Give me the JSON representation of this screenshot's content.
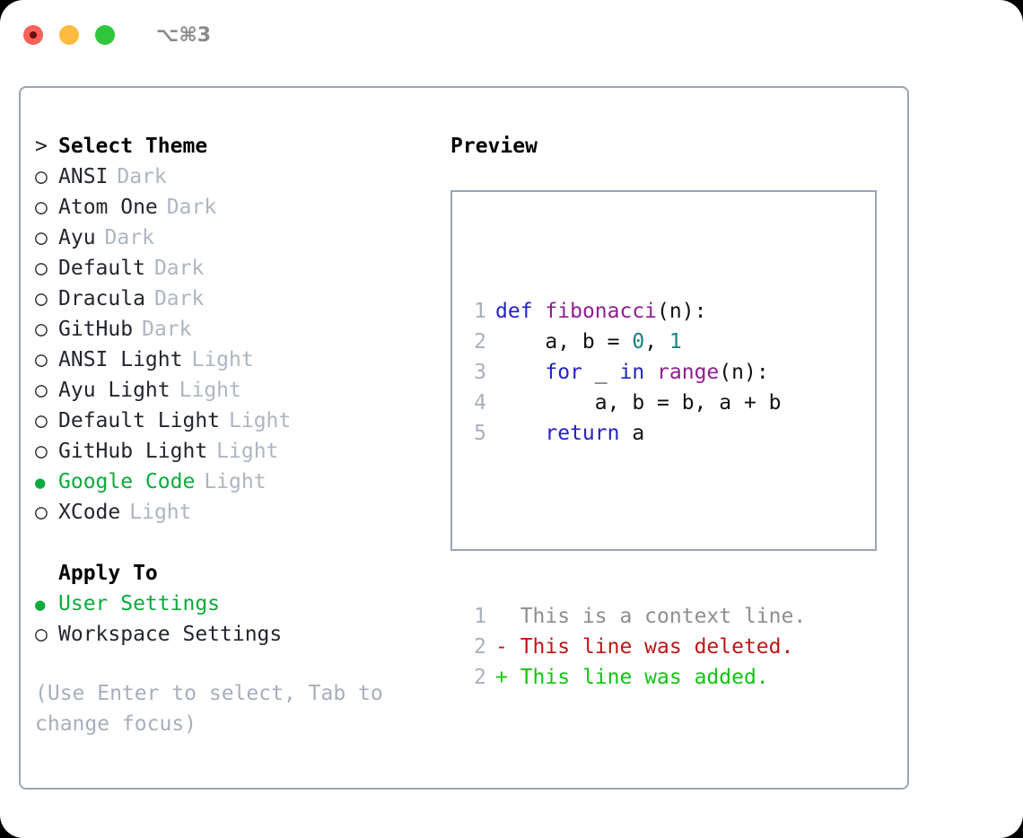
{
  "window": {
    "traffic_lights": [
      "close",
      "minimize",
      "maximize"
    ],
    "shortcut_hint": "⌥⌘3"
  },
  "theme_panel": {
    "heading_marker": ">",
    "heading": "Select Theme",
    "items": [
      {
        "marker": "○",
        "name": "ANSI",
        "tag": "Dark",
        "selected": false
      },
      {
        "marker": "○",
        "name": "Atom One",
        "tag": "Dark",
        "selected": false
      },
      {
        "marker": "○",
        "name": "Ayu",
        "tag": "Dark",
        "selected": false
      },
      {
        "marker": "○",
        "name": "Default",
        "tag": "Dark",
        "selected": false
      },
      {
        "marker": "○",
        "name": "Dracula",
        "tag": "Dark",
        "selected": false
      },
      {
        "marker": "○",
        "name": "GitHub",
        "tag": "Dark",
        "selected": false
      },
      {
        "marker": "○",
        "name": "ANSI Light",
        "tag": "Light",
        "selected": false
      },
      {
        "marker": "○",
        "name": "Ayu Light",
        "tag": "Light",
        "selected": false
      },
      {
        "marker": "○",
        "name": "Default Light",
        "tag": "Light",
        "selected": false
      },
      {
        "marker": "○",
        "name": "GitHub Light",
        "tag": "Light",
        "selected": false
      },
      {
        "marker": "●",
        "name": "Google Code",
        "tag": "Light",
        "selected": true
      },
      {
        "marker": "○",
        "name": "XCode",
        "tag": "Light",
        "selected": false
      }
    ]
  },
  "apply_to": {
    "heading": "Apply To",
    "options": [
      {
        "marker": "●",
        "label": "User Settings",
        "selected": true
      },
      {
        "marker": "○",
        "label": "Workspace Settings",
        "selected": false
      }
    ]
  },
  "hint": "(Use Enter to select, Tab to\nchange focus)",
  "preview": {
    "heading": "Preview",
    "code_lines": [
      {
        "no": "1",
        "tokens": [
          {
            "t": "def",
            "c": "tok-kw"
          },
          {
            "t": " ",
            "c": "tok-plain"
          },
          {
            "t": "fibonacci",
            "c": "tok-fn"
          },
          {
            "t": "(n):",
            "c": "tok-punct"
          }
        ]
      },
      {
        "no": "2",
        "tokens": [
          {
            "t": "    a, b = ",
            "c": "tok-plain"
          },
          {
            "t": "0",
            "c": "tok-num"
          },
          {
            "t": ", ",
            "c": "tok-plain"
          },
          {
            "t": "1",
            "c": "tok-num"
          }
        ]
      },
      {
        "no": "3",
        "tokens": [
          {
            "t": "    ",
            "c": "tok-plain"
          },
          {
            "t": "for",
            "c": "tok-kw"
          },
          {
            "t": " _ ",
            "c": "tok-plain"
          },
          {
            "t": "in",
            "c": "tok-kw"
          },
          {
            "t": " ",
            "c": "tok-plain"
          },
          {
            "t": "range",
            "c": "tok-fn"
          },
          {
            "t": "(n):",
            "c": "tok-punct"
          }
        ]
      },
      {
        "no": "4",
        "tokens": [
          {
            "t": "        a, b = b, a + b",
            "c": "tok-plain"
          }
        ]
      },
      {
        "no": "5",
        "tokens": [
          {
            "t": "    ",
            "c": "tok-plain"
          },
          {
            "t": "return",
            "c": "tok-kw"
          },
          {
            "t": " a",
            "c": "tok-plain"
          }
        ]
      }
    ],
    "diff_lines": [
      {
        "no": "1",
        "prefix": "  ",
        "text": "This is a context line.",
        "kind": "diff-ctx"
      },
      {
        "no": "2",
        "prefix": "- ",
        "text": "This line was deleted.",
        "kind": "diff-del"
      },
      {
        "no": "2",
        "prefix": "+ ",
        "text": "This line was added.",
        "kind": "diff-add"
      }
    ]
  },
  "colors": {
    "accent_green": "#0aab3c",
    "border": "#9aa4b4",
    "muted": "#aeb6c2",
    "hint": "#a7aebb",
    "keyword": "#2222c7",
    "function": "#8e1f8e",
    "number": "#1a8080",
    "diff_add": "#12c412",
    "diff_del": "#c31414",
    "diff_ctx": "#8e8e8e",
    "line_number": "#a8b0be",
    "tl_red": "#fc6058",
    "tl_yellow": "#fdbc40",
    "tl_green": "#2fc63b"
  }
}
